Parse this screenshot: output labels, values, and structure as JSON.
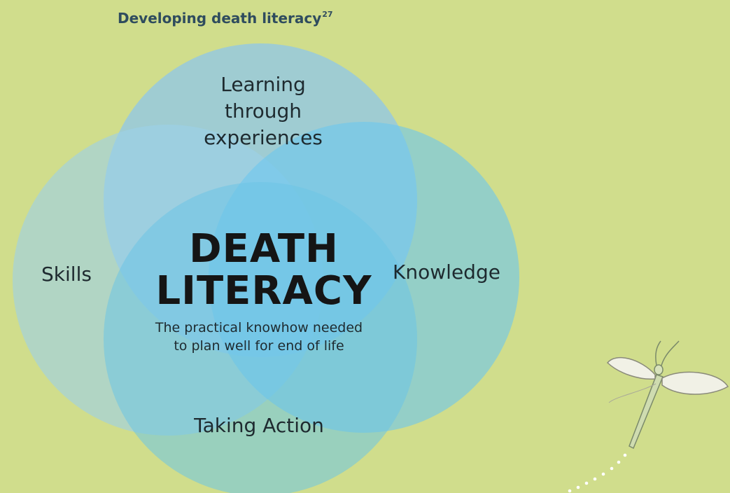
{
  "title": {
    "text": "Developing death literacy",
    "sup": "27"
  },
  "sets": {
    "learning": {
      "line1": "Learning",
      "line2": "through",
      "line3": "experiences"
    },
    "skills": "Skills",
    "knowledge": "Knowledge",
    "action": "Taking Action"
  },
  "center": {
    "line1": "DEATH",
    "line2": "LITERACY",
    "sub1": "The practical knowhow needed",
    "sub2": "to plan well for end of life"
  },
  "colors": {
    "background": "#d0dd8c",
    "title": "#2f4c5e",
    "circle_top": "#8fc6ea",
    "circle_left": "#9cd0ea",
    "circle_right": "#6cc6ee",
    "circle_bottom": "#6cc4e6"
  },
  "decoration": {
    "icon": "dragonfly-icon"
  }
}
